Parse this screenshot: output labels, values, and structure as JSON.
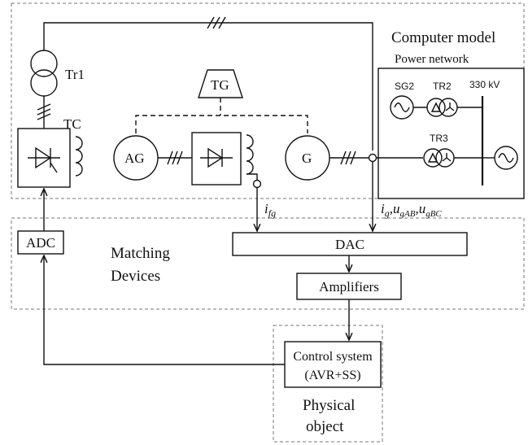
{
  "regions": {
    "computer_model": "Computer model",
    "matching_devices_line1": "Matching",
    "matching_devices_line2": "Devices",
    "physical_object_line1": "Physical",
    "physical_object_line2": "object"
  },
  "power_network": {
    "title": "Power network",
    "sg2": "SG2",
    "tr2": "TR2",
    "tr3": "TR3",
    "voltage": "330 kV"
  },
  "components": {
    "tr1": "Tr1",
    "tc": "TC",
    "tg": "TG",
    "ag": "AG",
    "g": "G"
  },
  "blocks": {
    "adc": "ADC",
    "dac": "DAC",
    "amplifiers": "Amplifiers",
    "control_line1": "Control system",
    "control_line2": "(AVR+SS)"
  },
  "signals": {
    "ifg_main": "i",
    "ifg_sub": "fg",
    "ig_main": "i",
    "ig_sub": "g",
    "sep1": ",",
    "ugab_main": "u",
    "ugab_sub": "gAB",
    "sep2": ",",
    "ugbc_main": "u",
    "ugbc_sub": "gBC"
  }
}
